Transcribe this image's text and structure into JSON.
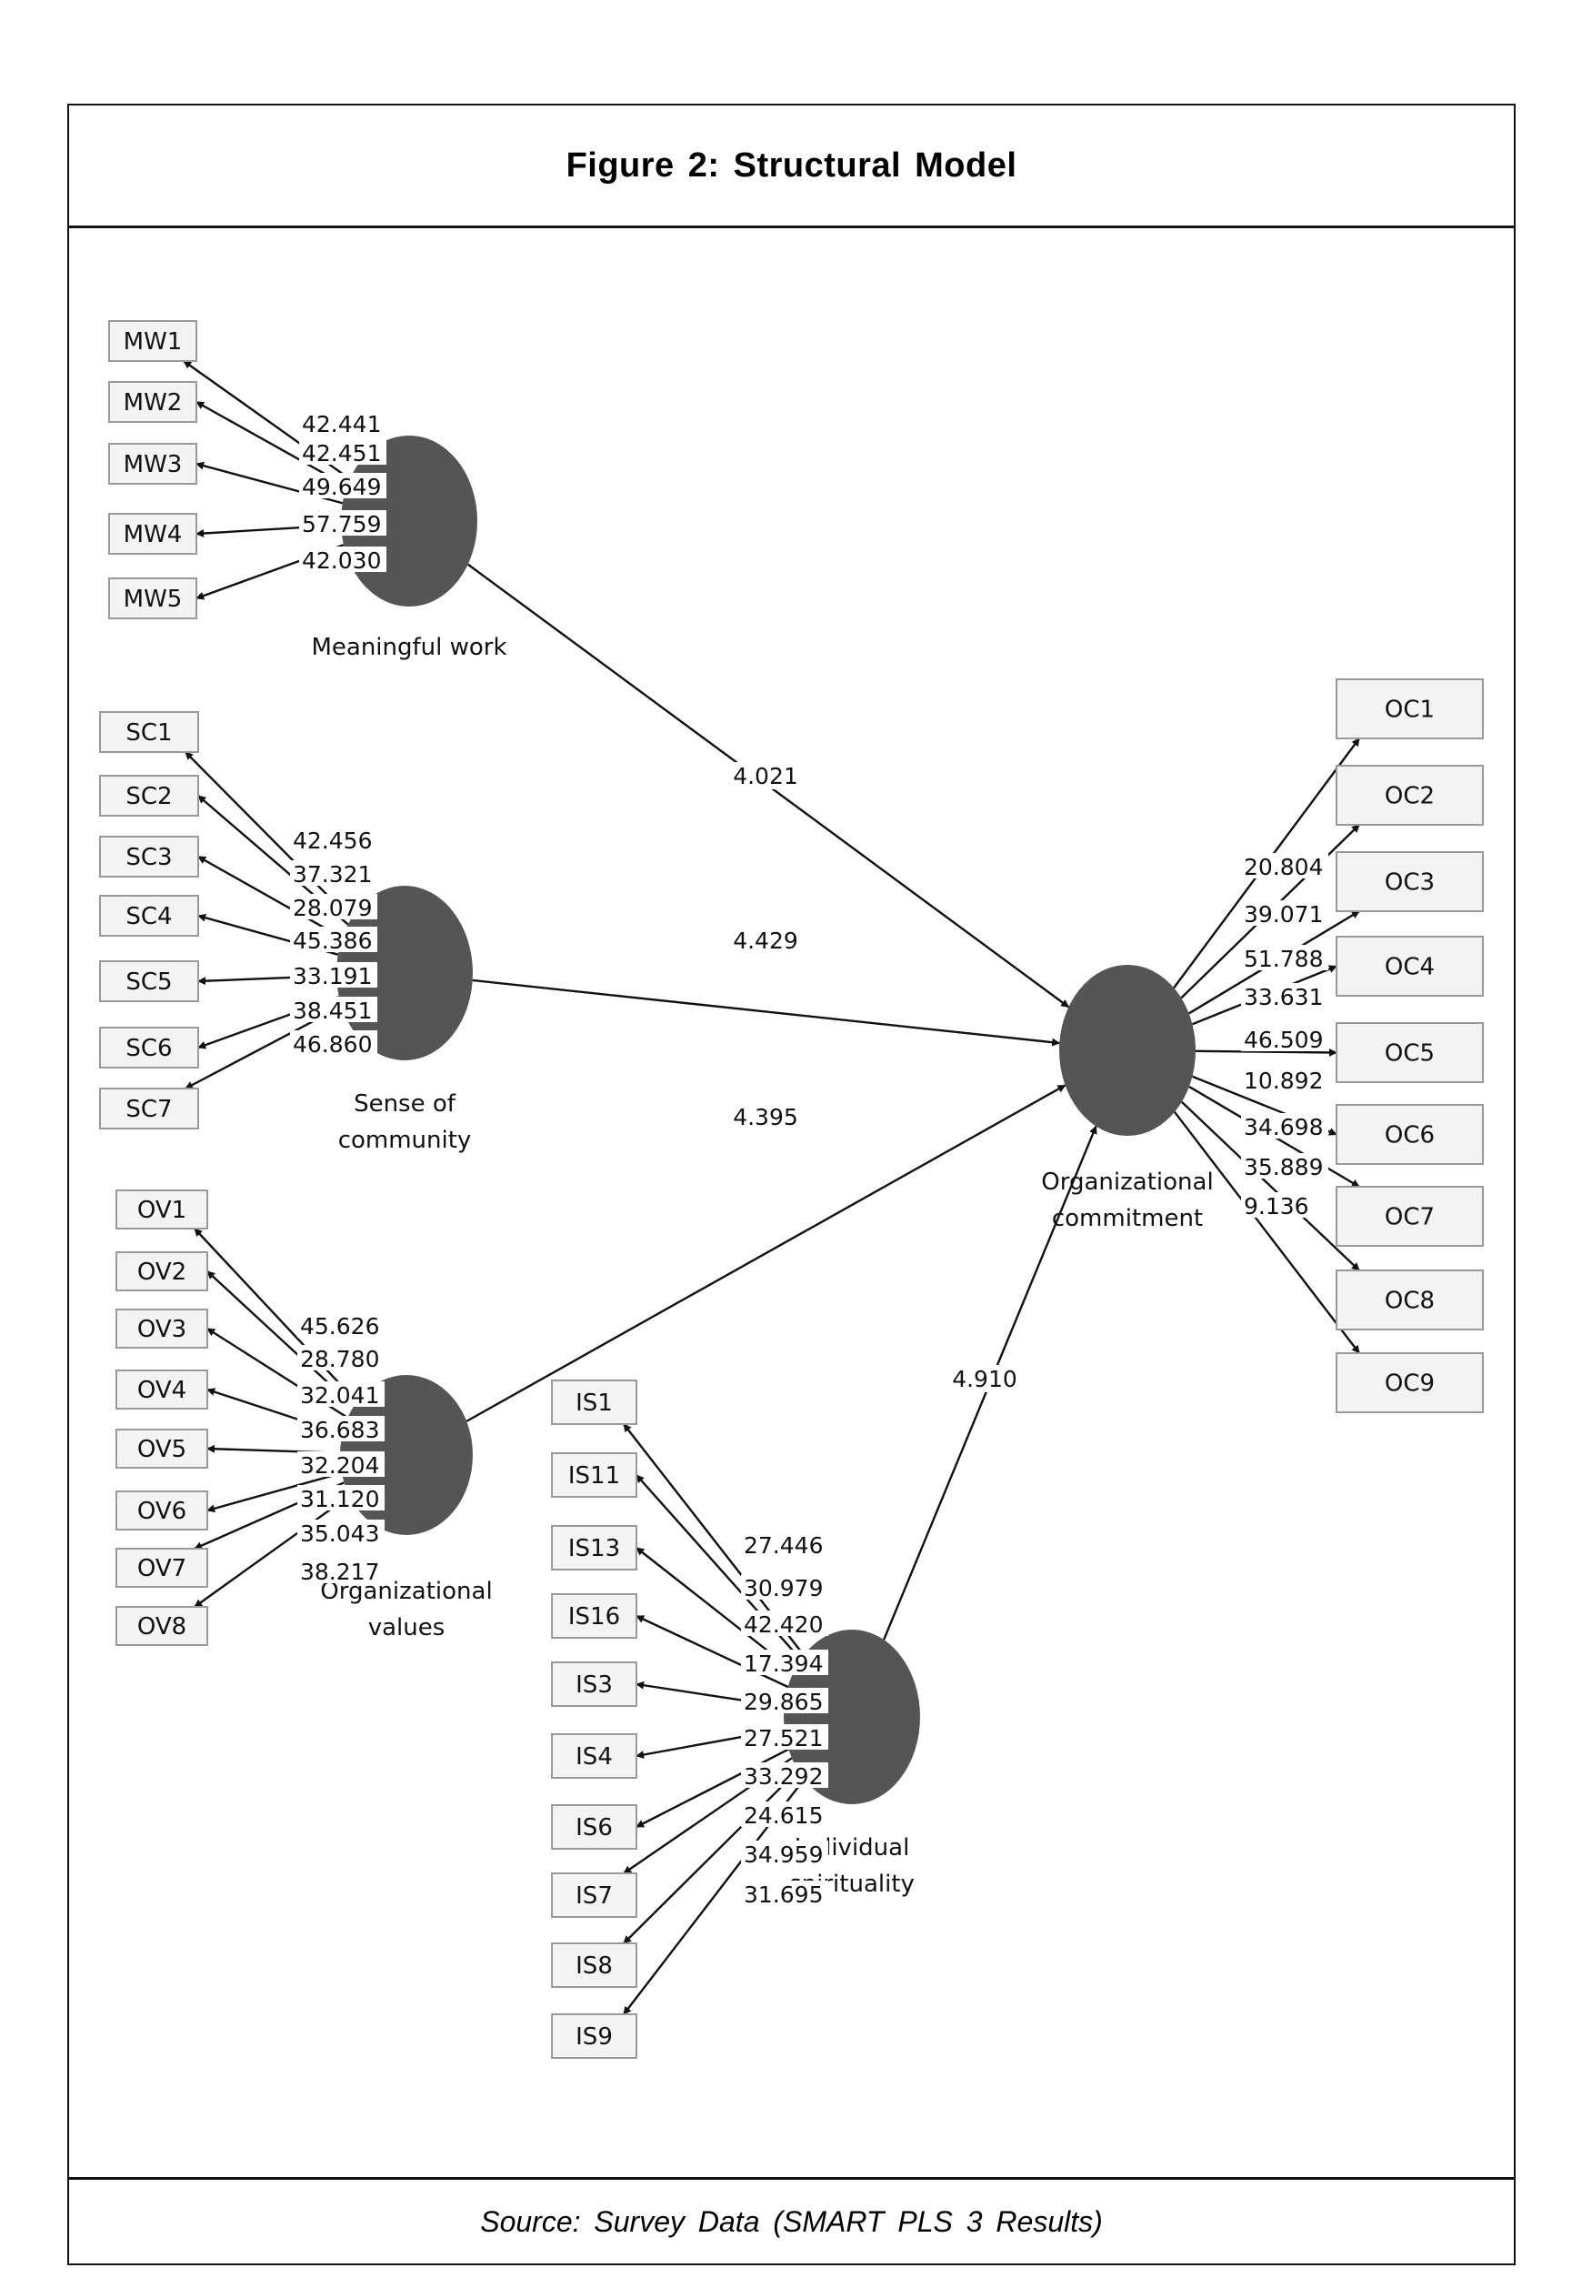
{
  "figure": {
    "title": "Figure 2: Structural Model",
    "source": "Source: Survey Data (SMART PLS 3 Results)"
  },
  "chart_data": {
    "type": "path_diagram",
    "title": "Figure 2: Structural Model",
    "latent_variables": [
      {
        "id": "MW",
        "label": "Meaningful work",
        "label_lines": [
          "Meaningful work"
        ]
      },
      {
        "id": "SC",
        "label": "Sense of community",
        "label_lines": [
          "Sense of",
          "community"
        ]
      },
      {
        "id": "OV",
        "label": "Organizational values",
        "label_lines": [
          "Organizational",
          "values"
        ]
      },
      {
        "id": "IS",
        "label": "Individual spirituality",
        "label_lines": [
          "Individual",
          "spirituality"
        ]
      },
      {
        "id": "OC",
        "label": "Organizational commitment",
        "label_lines": [
          "Organizational",
          "commitment"
        ]
      }
    ],
    "outer_loadings_t": {
      "MW": [
        {
          "indicator": "MW1",
          "value": "42.441"
        },
        {
          "indicator": "MW2",
          "value": "42.451"
        },
        {
          "indicator": "MW3",
          "value": "49.649"
        },
        {
          "indicator": "MW4",
          "value": "57.759"
        },
        {
          "indicator": "MW5",
          "value": "42.030"
        }
      ],
      "SC": [
        {
          "indicator": "SC1",
          "value": "42.456"
        },
        {
          "indicator": "SC2",
          "value": "37.321"
        },
        {
          "indicator": "SC3",
          "value": "28.079"
        },
        {
          "indicator": "SC4",
          "value": "45.386"
        },
        {
          "indicator": "SC5",
          "value": "33.191"
        },
        {
          "indicator": "SC6",
          "value": "38.451"
        },
        {
          "indicator": "SC7",
          "value": "46.860"
        }
      ],
      "OV": [
        {
          "indicator": "OV1",
          "value": "45.626"
        },
        {
          "indicator": "OV2",
          "value": "28.780"
        },
        {
          "indicator": "OV3",
          "value": "32.041"
        },
        {
          "indicator": "OV4",
          "value": "36.683"
        },
        {
          "indicator": "OV5",
          "value": "32.204"
        },
        {
          "indicator": "OV6",
          "value": "31.120"
        },
        {
          "indicator": "OV7",
          "value": "35.043"
        },
        {
          "indicator": "OV8",
          "value": "38.217"
        }
      ],
      "IS": [
        {
          "indicator": "IS1",
          "value": "27.446"
        },
        {
          "indicator": "IS11",
          "value": "30.979"
        },
        {
          "indicator": "IS13",
          "value": "42.420"
        },
        {
          "indicator": "IS16",
          "value": "17.394"
        },
        {
          "indicator": "IS3",
          "value": "29.865"
        },
        {
          "indicator": "IS4",
          "value": "27.521"
        },
        {
          "indicator": "IS6",
          "value": "33.292"
        },
        {
          "indicator": "IS7",
          "value": "24.615"
        },
        {
          "indicator": "IS8",
          "value": "34.959"
        },
        {
          "indicator": "IS9",
          "value": "31.695"
        }
      ],
      "OC": [
        {
          "indicator": "OC1",
          "value": "20.804"
        },
        {
          "indicator": "OC2",
          "value": "39.071"
        },
        {
          "indicator": "OC3",
          "value": "51.788"
        },
        {
          "indicator": "OC4",
          "value": "33.631"
        },
        {
          "indicator": "OC5",
          "value": "46.509"
        },
        {
          "indicator": "OC6",
          "value": "10.892"
        },
        {
          "indicator": "OC7",
          "value": "34.698"
        },
        {
          "indicator": "OC8",
          "value": "35.889"
        },
        {
          "indicator": "OC9",
          "value": "9.136"
        }
      ]
    },
    "path_coefficients_t": [
      {
        "from": "MW",
        "to": "OC",
        "value": "4.021"
      },
      {
        "from": "SC",
        "to": "OC",
        "value": "4.429"
      },
      {
        "from": "OV",
        "to": "OC",
        "value": "4.395"
      },
      {
        "from": "IS",
        "to": "OC",
        "value": "4.910"
      }
    ]
  }
}
